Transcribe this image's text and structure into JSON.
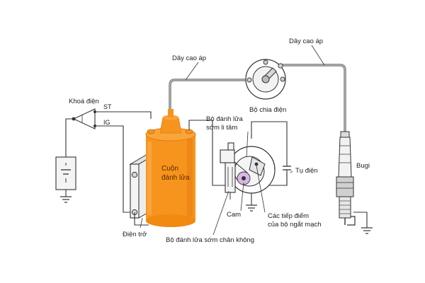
{
  "labels": {
    "hv_wire_left": "Dây cao áp",
    "hv_wire_right": "Dây cao áp",
    "ignition_switch": "Khoá điện",
    "st": "ST",
    "ig": "IG",
    "distributor_cap": "Bộ chia điện",
    "centrifugal_advance_line1": "Bộ đánh lửa",
    "centrifugal_advance_line2": "sớm li tâm",
    "coil_line1": "Cuộn",
    "coil_line2": "đánh lửa",
    "condenser": "Tụ điện",
    "spark_plug": "Bugi",
    "cam": "Cam",
    "breaker_contacts_line1": "Các tiếp điểm",
    "breaker_contacts_line2": "của bộ ngắt mạch",
    "resistor": "Điện trở",
    "vacuum_advance": "Bộ đánh lửa sớm chân không"
  },
  "colors": {
    "coil_orange": "#f7941d",
    "coil_dark": "#d9700a",
    "hv_wire": "#7b7b7b"
  }
}
